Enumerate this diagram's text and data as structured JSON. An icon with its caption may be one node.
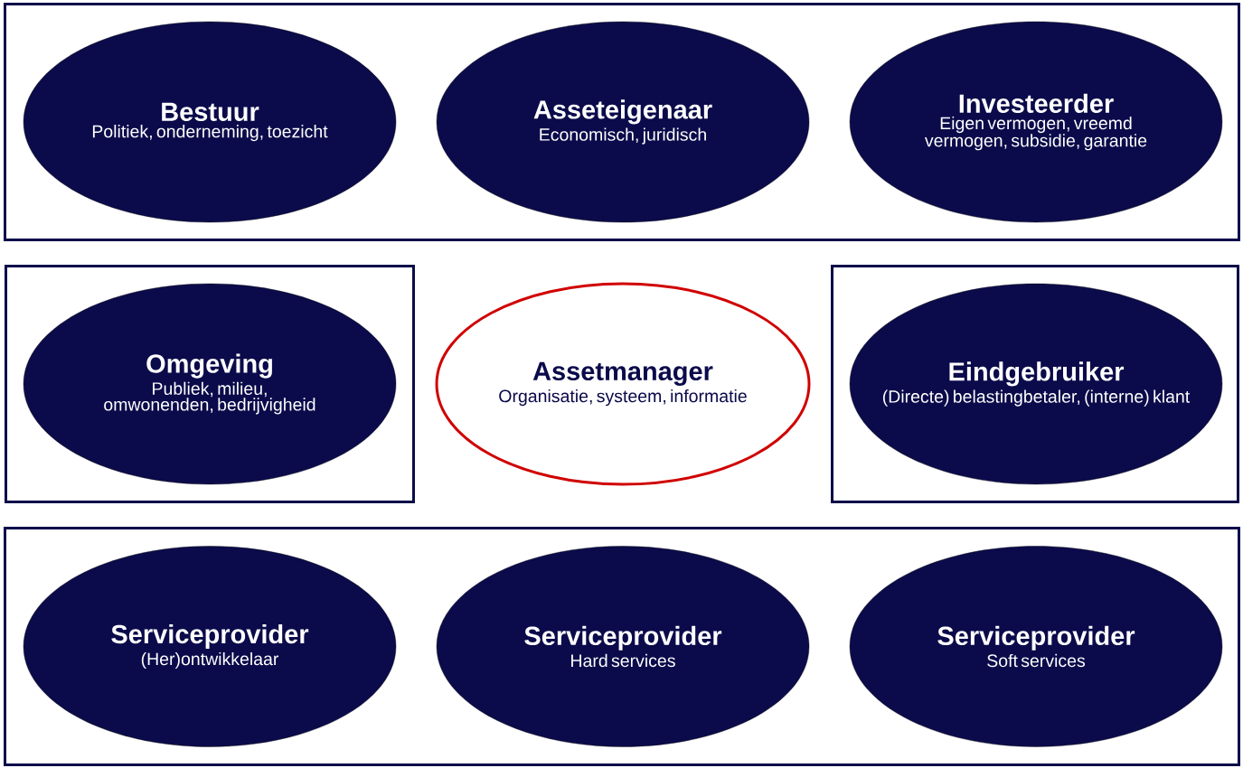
{
  "diagram": {
    "nodes": [
      {
        "text": [],
        "shape": "box"
      },
      {
        "text": [
          "Bestuur",
          "Politiek, onderneming, toezicht"
        ],
        "in": 0
      },
      {
        "text": [
          "Asseteigenaar",
          "Economisch, juridisch"
        ],
        "in": 0
      },
      {
        "text": [
          "Investeerder",
          "Eigen vermogen, vreemd vermogen, subsidie, garantie"
        ],
        "in": 0
      },
      {
        "text": [],
        "shape": "box"
      },
      {
        "text": [
          "Omgeving",
          "Publiek, milieu, omwonenden, bedrijvigheid"
        ],
        "in": 4
      },
      {
        "text": [
          "Assetmanager",
          "Organisatie, systeem, informatie"
        ]
      },
      {
        "text": [],
        "shape": "box"
      },
      {
        "text": [
          "Eindgebruiker",
          "(Directe) belastingbetaler, (interne) klant"
        ],
        "in": 7
      },
      {
        "text": [],
        "shape": "box"
      },
      {
        "text": [
          "Serviceprovider",
          "(Her)ontwikkelaar"
        ],
        "in": 9
      },
      {
        "text": [
          "Serviceprovider",
          "Hard services"
        ],
        "in": 9
      },
      {
        "text": [
          "Serviceprovider",
          "Soft services"
        ],
        "in": 9
      }
    ]
  }
}
